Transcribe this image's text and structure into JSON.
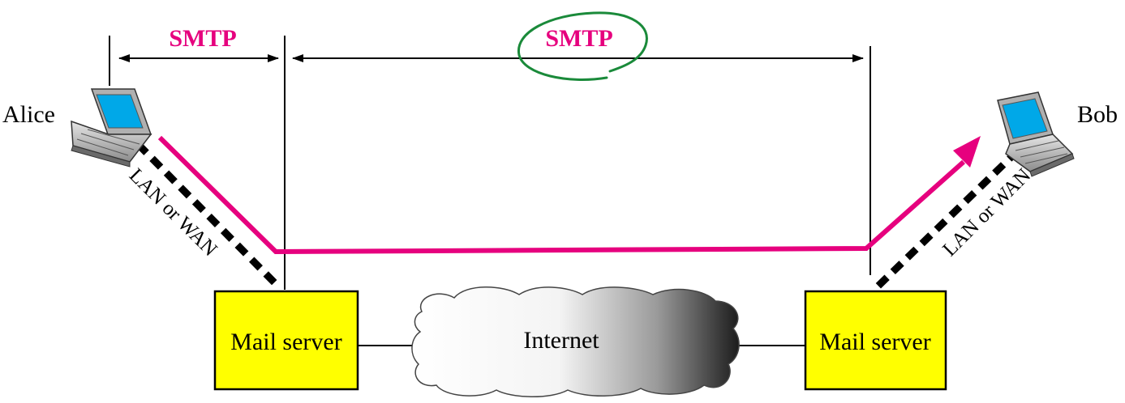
{
  "people": {
    "sender": "Alice",
    "receiver": "Bob"
  },
  "protocols": {
    "left": "SMTP",
    "middle": "SMTP"
  },
  "links": {
    "left": "LAN or WAN",
    "right": "LAN or WAN"
  },
  "servers": {
    "left": "Mail server",
    "right": "Mail server"
  },
  "network": {
    "label": "Internet"
  },
  "colors": {
    "path": "#e6007e",
    "server_fill": "#ffff00",
    "annotation": "#1a8a3a",
    "screen": "#00a8e8"
  }
}
